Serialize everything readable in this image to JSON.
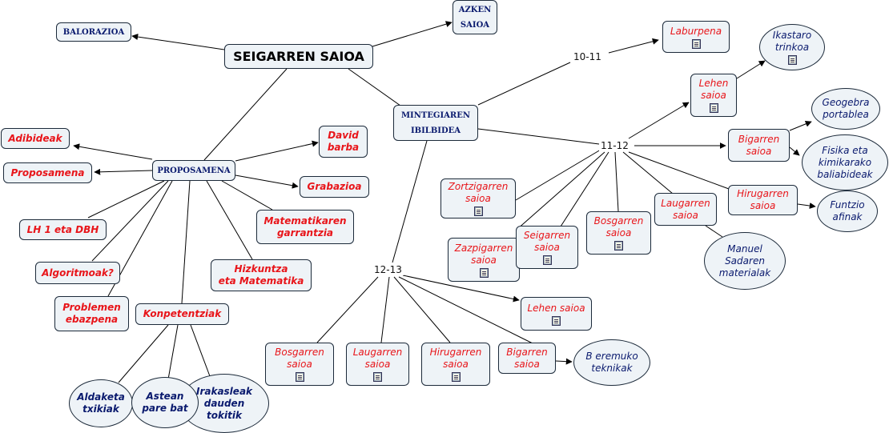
{
  "root": "SEIGARREN SAIOA",
  "balorazioa": "BALORAZIOA",
  "azken": [
    "AZKEN",
    "SAIOA"
  ],
  "mintegiaren": [
    "MINTEGIAREN",
    "IBILBIDEA"
  ],
  "proposamena": "PROPOSAMENA",
  "prop_children": {
    "adibideak": "Adibideak",
    "proposamena": "Proposamena",
    "lh": "LH 1 eta DBH",
    "algoritmoak": "Algoritmoak?",
    "problemen": [
      "Problemen",
      "ebazpena"
    ],
    "konpetentziak": "Konpetentziak",
    "hizkuntza": [
      "Hizkuntza",
      "eta Matematika"
    ],
    "matematikaren": [
      "Matematikaren",
      "garrantzia"
    ],
    "grabazioa": "Grabazioa",
    "david": [
      "David",
      "barba"
    ]
  },
  "konp_children": {
    "aldaketa": [
      "Aldaketa",
      "txikiak"
    ],
    "astean": [
      "Astean",
      "pare bat"
    ],
    "irakasleak": [
      "Irakasleak",
      "dauden",
      "tokitik"
    ]
  },
  "links": {
    "y1011": "10-11",
    "y1112": "11-12",
    "y1213": "12-13"
  },
  "y1011": {
    "laburpena": "Laburpena"
  },
  "y1112": {
    "lehen": [
      "Lehen",
      "saioa"
    ],
    "bigarren": [
      "Bigarren",
      "saioa"
    ],
    "hirugarren": [
      "Hirugarren",
      "saioa"
    ],
    "laugarren": [
      "Laugarren",
      "saioa"
    ],
    "bosgarren": [
      "Bosgarren",
      "saioa"
    ],
    "seigarren": [
      "Seigarren",
      "saioa"
    ],
    "zazpigarren": [
      "Zazpigarren",
      "saioa"
    ],
    "zortzigarren": [
      "Zortzigarren",
      "saioa"
    ],
    "ikastaro": [
      "Ikastaro",
      "trinkoa"
    ],
    "geogebra": [
      "Geogebra",
      "portablea"
    ],
    "fisika": [
      "Fisika eta",
      "kimikarako",
      "baliabideak"
    ],
    "funtzio": [
      "Funtzio",
      "afinak"
    ],
    "manuel": [
      "Manuel",
      "Sadaren",
      "materialak"
    ]
  },
  "y1213": {
    "lehen": "Lehen saioa",
    "bigarren": [
      "Bigarren",
      "saioa"
    ],
    "hirugarren": [
      "Hirugarren",
      "saioa"
    ],
    "laugarren": [
      "Laugarren",
      "saioa"
    ],
    "bosgarren": [
      "Bosgarren",
      "saioa"
    ],
    "beremuko": [
      "B eremuko",
      "teknikak"
    ]
  }
}
